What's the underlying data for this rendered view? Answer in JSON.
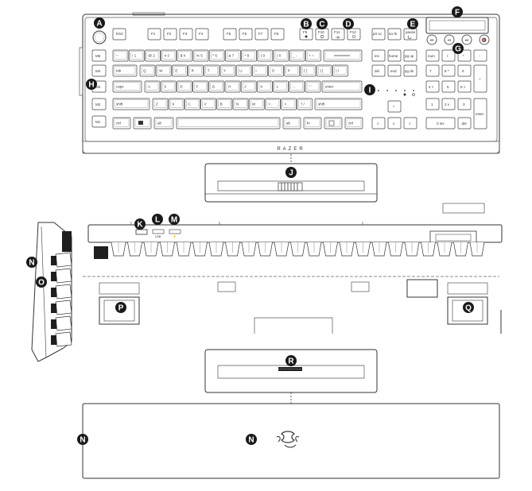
{
  "brand": "RAZER",
  "callouts": [
    "A",
    "B",
    "C",
    "D",
    "E",
    "F",
    "G",
    "H",
    "I",
    "J",
    "K",
    "L",
    "M",
    "N",
    "O",
    "P",
    "Q",
    "R"
  ],
  "keys": {
    "esc": "ESC",
    "f1": "F1",
    "f2": "F2",
    "f3": "F3",
    "f4": "F4",
    "f5": "F5",
    "f6": "F6",
    "f7": "F7",
    "f8": "F8",
    "f9": "F9",
    "f10": "F10",
    "f11": "F11",
    "f12": "F12",
    "prtsc": "prt sc",
    "scrlk": "scr lk",
    "pause": "pause",
    "m5": "M5",
    "m4": "M4",
    "m3": "M3",
    "m2": "M2",
    "m1": "M1",
    "tab": "tab",
    "caps": "caps",
    "shift_left": "shift",
    "shift_right": "shift",
    "ctrl_left": "ctrl",
    "ctrl_right": "ctrl",
    "alt_left": "alt",
    "alt_right": "alt",
    "fn": "fn",
    "enter": "enter",
    "ins": "ins",
    "home": "home",
    "pgup": "pg up",
    "del": "del",
    "end": "end",
    "pgdn": "pg dn",
    "num": "num",
    "slash": "/",
    "star": "*",
    "minus": "-",
    "plus": "+",
    "num_enter": "enter",
    "num_zero": "0 ins",
    "num_del": ". del",
    "n7": "7",
    "n8": "8 ^",
    "n9": "9",
    "n4": "4 <",
    "n5": "5",
    "n6": "6 >",
    "n1": "1",
    "n2": "2 v",
    "n3": "3",
    "row_numbers": [
      "~",
      "! 1",
      "@ 2",
      "# 3",
      "$ 4",
      "% 5",
      "^ 6",
      "& 7",
      "* 8",
      "( 9",
      ") 0",
      "_ -",
      "+ ="
    ],
    "row_qwerty": [
      "Q",
      "W",
      "E",
      "R",
      "T",
      "Y",
      "U",
      "I",
      "O",
      "P",
      "{ [",
      "} ]",
      "| \\"
    ],
    "row_asdf": [
      "A",
      "S",
      "D",
      "F",
      "G",
      "H",
      "J",
      "K",
      "L",
      ": ;",
      "\" '"
    ],
    "row_zxcv": [
      "Z",
      "X",
      "C",
      "V",
      "B",
      "N",
      "M",
      "< ,",
      "> .",
      "? /"
    ]
  },
  "usb_labels": [
    "USB",
    "⚡"
  ]
}
